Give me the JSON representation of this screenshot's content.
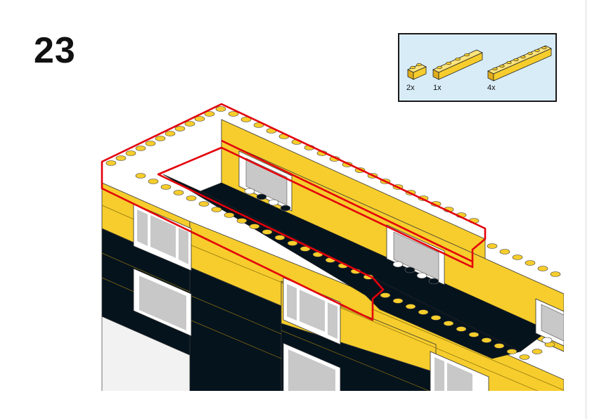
{
  "step": {
    "number": "23"
  },
  "parts_list": {
    "items": [
      {
        "part": "brick-1x2-yellow",
        "quantity": "2x"
      },
      {
        "part": "brick-1x4-yellow",
        "quantity": "1x"
      },
      {
        "part": "brick-1x8-yellow",
        "quantity": "4x"
      }
    ]
  },
  "colors": {
    "brick_yellow": "#f6cd2c",
    "brick_yellow_dark": "#d9a918",
    "brick_black": "#05131d",
    "window_white": "#ffffff",
    "window_glass": "#c8c8c8",
    "highlight_outline": "#e3000b",
    "parts_box_bg": "#d8ecf8"
  }
}
